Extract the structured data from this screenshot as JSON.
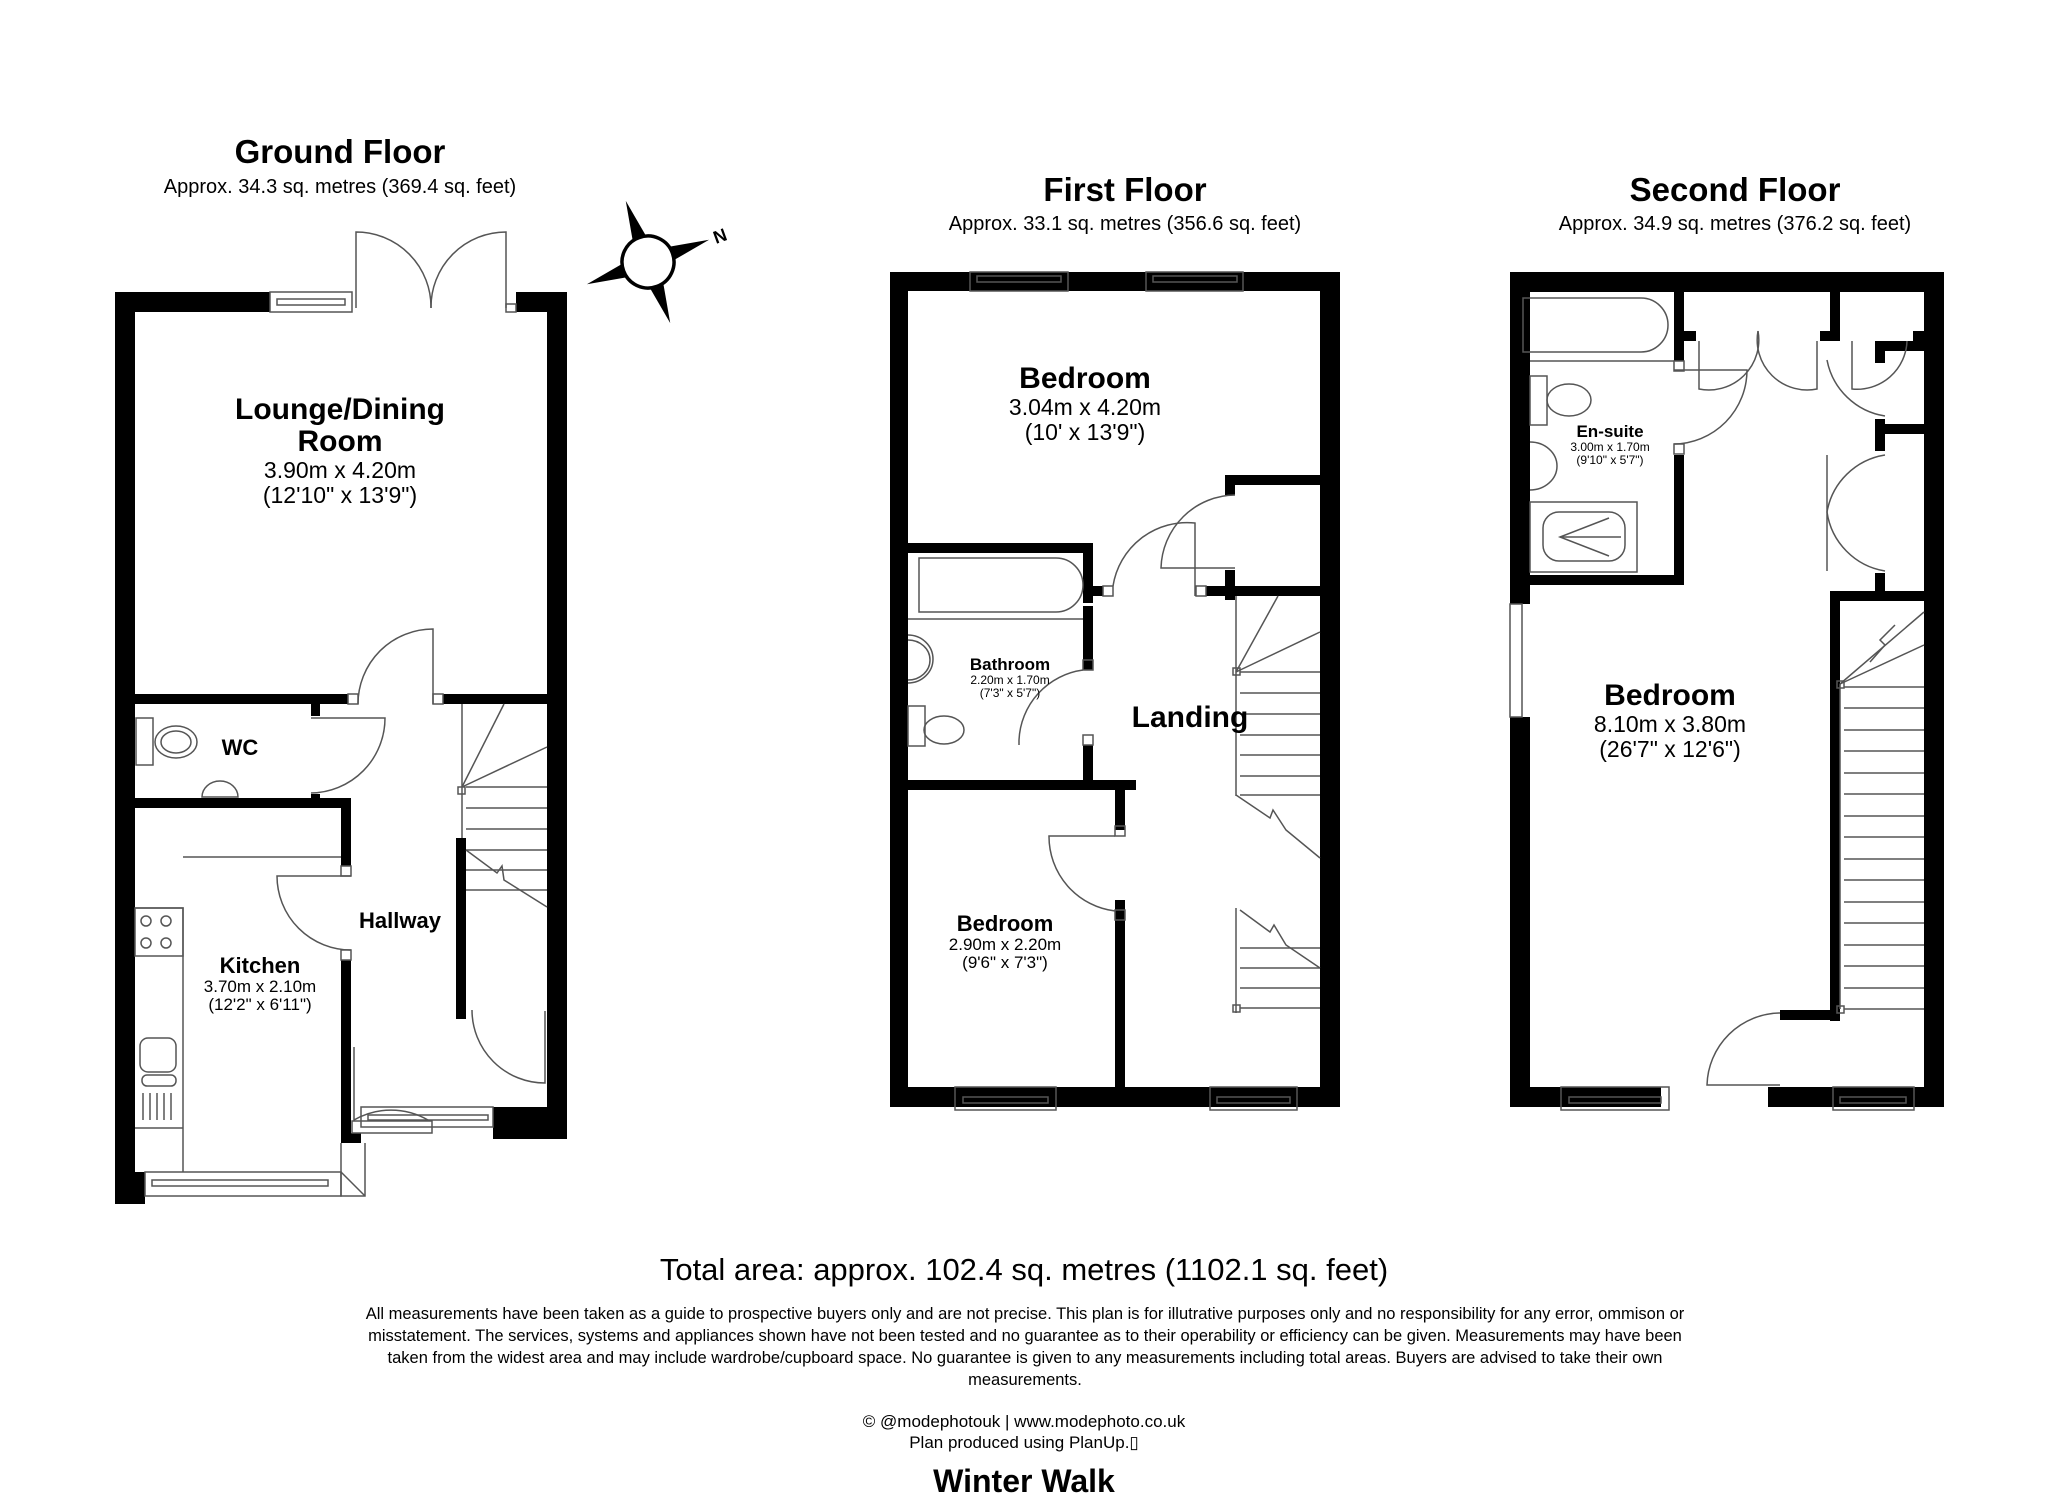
{
  "floors": {
    "ground": {
      "title": "Ground Floor",
      "area": "Approx. 34.3 sq. metres (369.4 sq. feet)",
      "rooms": [
        {
          "name_line1": "Lounge/Dining",
          "name_line2": "Room",
          "dim_m": "3.90m x 4.20m",
          "dim_ft": "(12'10\" x 13'9\")"
        },
        {
          "name": "WC"
        },
        {
          "name": "Hallway"
        },
        {
          "name": "Kitchen",
          "dim_m": "3.70m x 2.10m",
          "dim_ft": "(12'2\" x 6'11\")"
        }
      ]
    },
    "first": {
      "title": "First Floor",
      "area": "Approx. 33.1 sq. metres (356.6 sq. feet)",
      "rooms": [
        {
          "name": "Bedroom",
          "dim_m": "3.04m x 4.20m",
          "dim_ft": "(10' x 13'9\")"
        },
        {
          "name": "Bathroom",
          "dim_m": "2.20m x 1.70m",
          "dim_ft": "(7'3\" x 5'7\")"
        },
        {
          "name": "Landing"
        },
        {
          "name": "Bedroom",
          "dim_m": "2.90m x 2.20m",
          "dim_ft": "(9'6\" x 7'3\")"
        }
      ]
    },
    "second": {
      "title": "Second Floor",
      "area": "Approx. 34.9 sq. metres (376.2 sq. feet)",
      "rooms": [
        {
          "name": "En-suite",
          "dim_m": "3.00m x 1.70m",
          "dim_ft": "(9'10\" x 5'7\")"
        },
        {
          "name": "Bedroom",
          "dim_m": "8.10m x 3.80m",
          "dim_ft": "(26'7\" x 12'6\")"
        }
      ]
    }
  },
  "compass": {
    "icon": "compass-rose-icon",
    "north_label": "N"
  },
  "total_area": "Total area: approx. 102.4 sq. metres (1102.1 sq. feet)",
  "disclaimer": "All measurements have been taken as a guide to prospective buyers only and are not precise. This plan is for illutrative purposes only and no responsibility for any error, ommison or misstatement. The services, systems and appliances shown have not been tested and no guarantee as to their operability or efficiency can be given. Measurements may have been taken from the widest area and may include wardrobe/cupboard space. No guarantee is given to any measurements including total areas. Buyers are advised to take their own measurements.",
  "credit_line1": "© @modephotouk | www.modephoto.co.uk",
  "credit_line2": "Plan produced using PlanUp.▯",
  "property_name": "Winter Walk",
  "colors": {
    "wall": "#000000",
    "background": "#ffffff",
    "fixture_line": "#555555"
  }
}
